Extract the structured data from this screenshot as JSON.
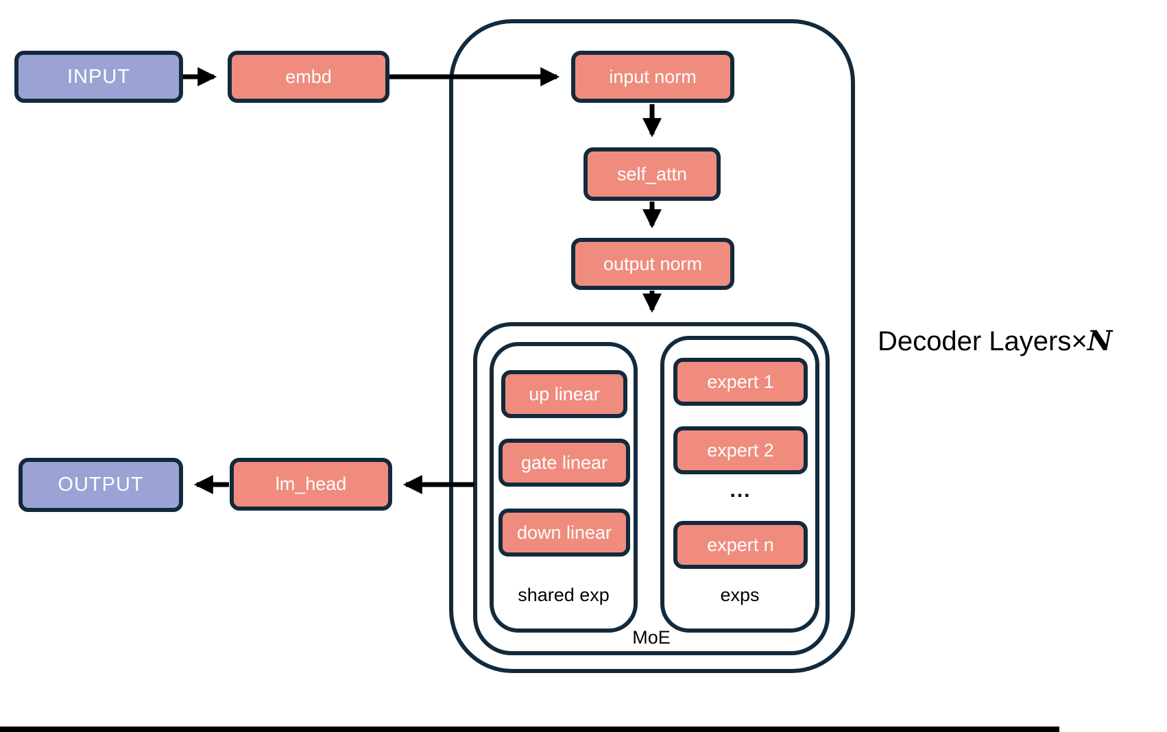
{
  "nodes": {
    "input": "INPUT",
    "embd": "embd",
    "input_norm": "input norm",
    "self_attn": "self_attn",
    "output_norm": "output norm",
    "lm_head": "lm_head",
    "output": "OUTPUT"
  },
  "moe": {
    "label": "MoE",
    "shared_exp": {
      "label": "shared exp",
      "items": [
        "up linear",
        "gate linear",
        "down linear"
      ]
    },
    "exps": {
      "label": "exps",
      "items": [
        "expert 1",
        "expert 2",
        "expert n"
      ],
      "ellipsis": "..."
    }
  },
  "labels": {
    "decoder_layers_prefix": "Decoder Layers×",
    "decoder_layers_count": "N"
  },
  "colors": {
    "io_fill": "#9BA3D4",
    "block_fill": "#EF8C7E",
    "outline": "#122A3C",
    "arrow": "#000000",
    "text_light": "#FFFFFF",
    "text_dark": "#000000"
  }
}
